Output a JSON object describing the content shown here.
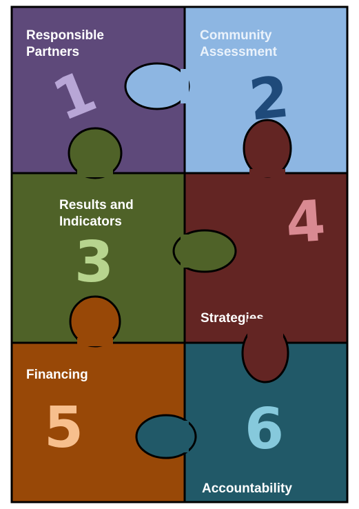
{
  "pieces": [
    {
      "id": 1,
      "label_lines": [
        "Responsible",
        "Partners"
      ],
      "number": "1",
      "color": "#5e497a",
      "number_color": "#b8a6d6"
    },
    {
      "id": 2,
      "label_lines": [
        "Community",
        "Assessment"
      ],
      "number": "2",
      "color": "#8db6e2",
      "number_color": "#1f4a7a"
    },
    {
      "id": 3,
      "label_lines": [
        "Results and",
        "Indicators"
      ],
      "number": "3",
      "color": "#4f6228",
      "number_color": "#b7d48e"
    },
    {
      "id": 4,
      "label_lines": [
        "Strategies"
      ],
      "number": "4",
      "color": "#632523",
      "number_color": "#d98a92"
    },
    {
      "id": 5,
      "label_lines": [
        "Financing"
      ],
      "number": "5",
      "color": "#984807",
      "number_color": "#f7bf8d"
    },
    {
      "id": 6,
      "label_lines": [
        "Accountability"
      ],
      "number": "6",
      "color": "#215968",
      "number_color": "#86c9dc"
    }
  ]
}
